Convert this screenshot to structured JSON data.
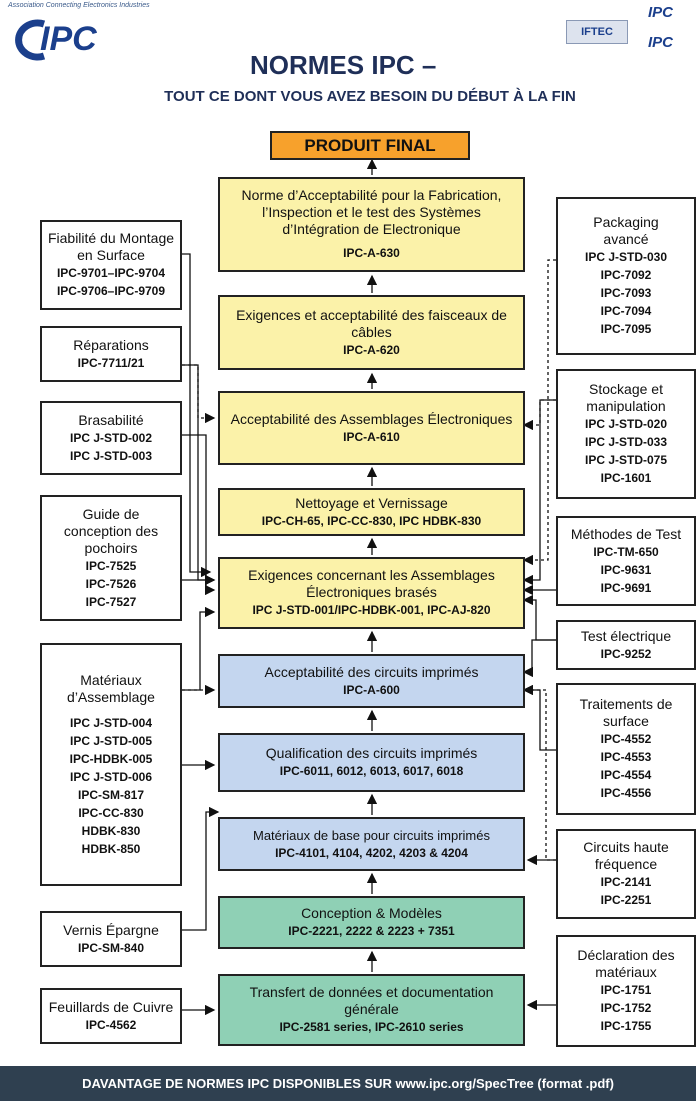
{
  "header": {
    "tagline": "Association Connecting Electronics Industries",
    "logo_text": "IPC",
    "title": "NORMES IPC –",
    "subtitle": "TOUT CE DONT VOUS AVEZ BESOIN DU DÉBUT À LA FIN",
    "right_logo_1": "IPC",
    "right_logo_2": "IFTEC",
    "right_logo_3": "IPC"
  },
  "center": [
    {
      "title": "PRODUIT FINAL",
      "codes": ""
    },
    {
      "title": "Norme d’Acceptabilité pour la Fabrication, l’Inspection et le test des Systèmes d’Intégration de Electronique",
      "codes": "IPC-A-630"
    },
    {
      "title": "Exigences et acceptabilité des faisceaux de câbles",
      "codes": "IPC-A-620"
    },
    {
      "title": "Acceptabilité des Assemblages Électroniques",
      "codes": "IPC-A-610"
    },
    {
      "title": "Nettoyage et Vernissage",
      "codes": "IPC-CH-65, IPC-CC-830, IPC HDBK-830"
    },
    {
      "title": "Exigences concernant les Assemblages Électroniques brasés",
      "codes": "IPC J-STD-001/IPC-HDBK-001, IPC-AJ-820"
    },
    {
      "title": "Acceptabilité des circuits imprimés",
      "codes": "IPC-A-600"
    },
    {
      "title": "Qualification des circuits imprimés",
      "codes": "IPC-6011, 6012, 6013, 6017, 6018"
    },
    {
      "title": "Matériaux de base pour circuits imprimés",
      "codes": "IPC-4101, 4104, 4202, 4203 & 4204"
    },
    {
      "title": "Conception & Modèles",
      "codes": "IPC-2221, 2222 & 2223 + 7351"
    },
    {
      "title": "Transfert de données et documentation générale",
      "codes": "IPC-2581 series, IPC-2610 series"
    }
  ],
  "left": [
    {
      "title": "Fiabilité du Montage en Surface",
      "codes": [
        "IPC-9701–IPC-9704",
        "IPC-9706–IPC-9709"
      ]
    },
    {
      "title": "Réparations",
      "codes": [
        "IPC-7711/21"
      ]
    },
    {
      "title": "Brasabilité",
      "codes": [
        "IPC J-STD-002",
        "IPC J-STD-003"
      ]
    },
    {
      "title": "Guide de conception des pochoirs",
      "codes": [
        "IPC-7525",
        "IPC-7526",
        "IPC-7527"
      ]
    },
    {
      "title": "Matériaux d’Assemblage",
      "codes": [
        "IPC J-STD-004",
        "IPC J-STD-005",
        "IPC-HDBK-005",
        "IPC J-STD-006",
        "IPC-SM-817",
        "IPC-CC-830",
        "HDBK-830",
        "HDBK-850"
      ]
    },
    {
      "title": "Vernis Épargne",
      "codes": [
        "IPC-SM-840"
      ]
    },
    {
      "title": "Feuillards de Cuivre",
      "codes": [
        "IPC-4562"
      ]
    }
  ],
  "right": [
    {
      "title": "Packaging avancé",
      "codes": [
        "IPC J-STD-030",
        "IPC-7092",
        "IPC-7093",
        "IPC-7094",
        "IPC-7095"
      ]
    },
    {
      "title": "Stockage et manipulation",
      "codes": [
        "IPC J-STD-020",
        "IPC J-STD-033",
        "IPC J-STD-075",
        "IPC-1601"
      ]
    },
    {
      "title": "Méthodes de Test",
      "codes": [
        "IPC-TM-650",
        "IPC-9631",
        "IPC-9691"
      ]
    },
    {
      "title": "Test électrique",
      "codes": [
        "IPC-9252"
      ]
    },
    {
      "title": "Traitements de surface",
      "codes": [
        "IPC-4552",
        "IPC-4553",
        "IPC-4554",
        "IPC-4556"
      ]
    },
    {
      "title": "Circuits haute fréquence",
      "codes": [
        "IPC-2141",
        "IPC-2251"
      ]
    },
    {
      "title": "Déclaration des matériaux",
      "codes": [
        "IPC-1751",
        "IPC-1752",
        "IPC-1755"
      ]
    }
  ],
  "footer": "DAVANTAGE DE NORMES IPC DISPONIBLES SUR www.ipc.org/SpecTree (format .pdf)",
  "colors": {
    "final": "#f7a12c",
    "yellow": "#fbf2a9",
    "blue": "#c4d6ef",
    "green": "#8fd0b5",
    "footer": "#2f4050"
  }
}
